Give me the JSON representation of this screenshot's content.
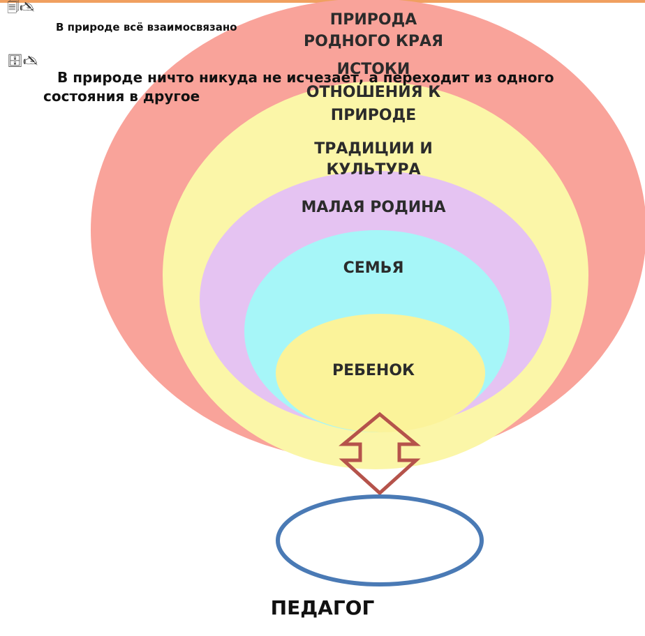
{
  "notes": [
    {
      "icons": "🗐🖎",
      "text": "В природе всё взаимосвязано"
    },
    {
      "icons": "🗄🖎",
      "text": "В природе ничто никуда не исчезает, а переходит из одного состояния в другое"
    }
  ],
  "rings": [
    {
      "label_lines": [
        "ПРИРОДА",
        "РОДНОГО КРАЯ"
      ],
      "color": "#f9a39a"
    },
    {
      "label_lines": [
        "ИСТОКИ",
        "ОТНОШЕНИЯ К",
        "ПРИРОДЕ"
      ],
      "color": "#fbf6a8"
    },
    {
      "label_lines": [
        "ТРАДИЦИИ И",
        "КУЛЬТУРА"
      ],
      "color": "#fbf6a8"
    },
    {
      "label_lines": [
        "МАЛАЯ РОДИНА"
      ],
      "color": "#e5c3f2"
    },
    {
      "label_lines": [
        "СЕМЬЯ"
      ],
      "color": "#a6f6f8"
    },
    {
      "label_lines": [
        "РЕБЕНОК"
      ],
      "color": "#fbf39a"
    }
  ],
  "arrow_color": "#b5534b",
  "teacher_ellipse_color": "#4a7ab5",
  "teacher_label": "ПЕДАГОГ"
}
